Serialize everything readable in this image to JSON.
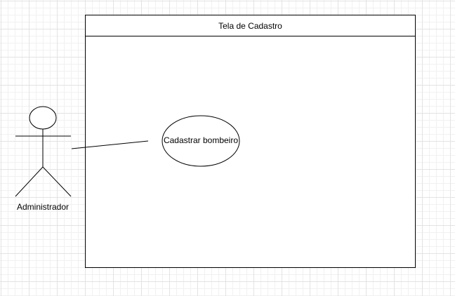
{
  "system": {
    "title": "Tela de Cadastro"
  },
  "actor": {
    "name": "Administrador"
  },
  "use_case": {
    "label": "Cadastrar bombeiro"
  },
  "colors": {
    "stroke": "#000000",
    "fill": "#ffffff",
    "grid": "#e3e3e3"
  }
}
